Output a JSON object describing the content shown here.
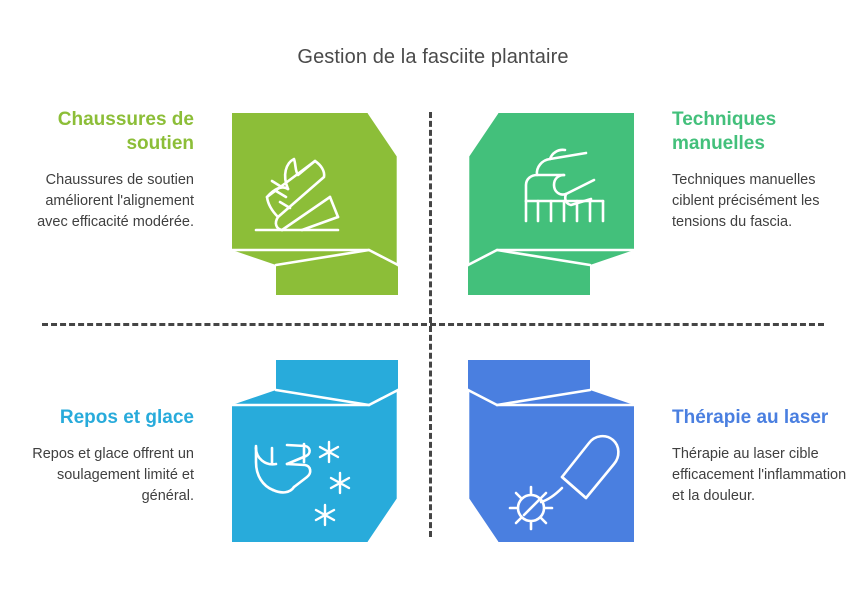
{
  "title": "Gestion de la fasciite plantaire",
  "colors": {
    "green": "#8CBE38",
    "teal": "#43C07B",
    "cyan": "#28ABDB",
    "blue": "#4A7FE0",
    "divider": "#454545",
    "title_text": "#4a4a4a",
    "body_text": "#404040"
  },
  "quadrants": {
    "top_left": {
      "heading": "Chaussures de soutien",
      "body": "Chaussures de soutien améliorent l'alignement avec efficacité modérée.",
      "color": "#8CBE38",
      "icon": "running-shoe-icon"
    },
    "top_right": {
      "heading": "Techniques manuelles",
      "body": "Techniques manuelles ciblent précisément les tensions du fascia.",
      "color": "#43C07B",
      "icon": "massage-hand-icon"
    },
    "bottom_left": {
      "heading": "Repos et glace",
      "body": "Repos et glace offrent un soulagement limité et général.",
      "color": "#28ABDB",
      "icon": "foot-ice-icon"
    },
    "bottom_right": {
      "heading": "Thérapie au laser",
      "body": "Thérapie au laser cible efficacement l'inflammation et la douleur.",
      "color": "#4A7FE0",
      "icon": "laser-device-icon"
    }
  }
}
